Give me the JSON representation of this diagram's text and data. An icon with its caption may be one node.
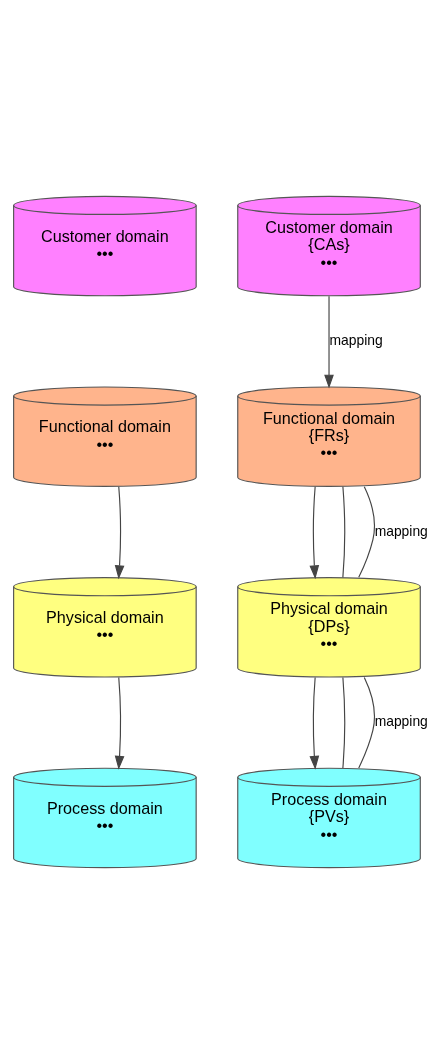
{
  "diagram": {
    "nodes": [
      {
        "text": [
          "Customer domain",
          "•••"
        ]
      },
      {
        "text": [
          "Functional domain",
          "•••"
        ]
      },
      {
        "text": [
          "Physical domain",
          "•••"
        ]
      },
      {
        "text": [
          "Process domain",
          "•••"
        ]
      },
      {
        "text": [
          "Customer domain",
          "{CAs}",
          "•••"
        ]
      },
      {
        "text": [
          "Functional domain",
          "{FRs}",
          "•••"
        ]
      },
      {
        "text": [
          "Physical domain",
          "{DPs}",
          "•••"
        ]
      },
      {
        "text": [
          "Process domain",
          "{PVs}",
          "•••"
        ]
      }
    ],
    "edges": [
      {
        "from": 1,
        "to": 2,
        "arrow": "to"
      },
      {
        "from": 2,
        "to": 3,
        "arrow": "to"
      },
      {
        "from": 4,
        "to": 5,
        "arrow": "to",
        "label": "mapping"
      },
      {
        "from": 5,
        "to": 6,
        "arrow": "to"
      },
      {
        "from": 5,
        "to": 6,
        "arrow": "none"
      },
      {
        "from": 5,
        "to": 6,
        "arrow": "none",
        "label": "mapping"
      },
      {
        "from": 6,
        "to": 7,
        "arrow": "to"
      },
      {
        "from": 6,
        "to": 7,
        "arrow": "none"
      },
      {
        "from": 6,
        "to": 7,
        "arrow": "none",
        "label": "mapping"
      }
    ]
  }
}
